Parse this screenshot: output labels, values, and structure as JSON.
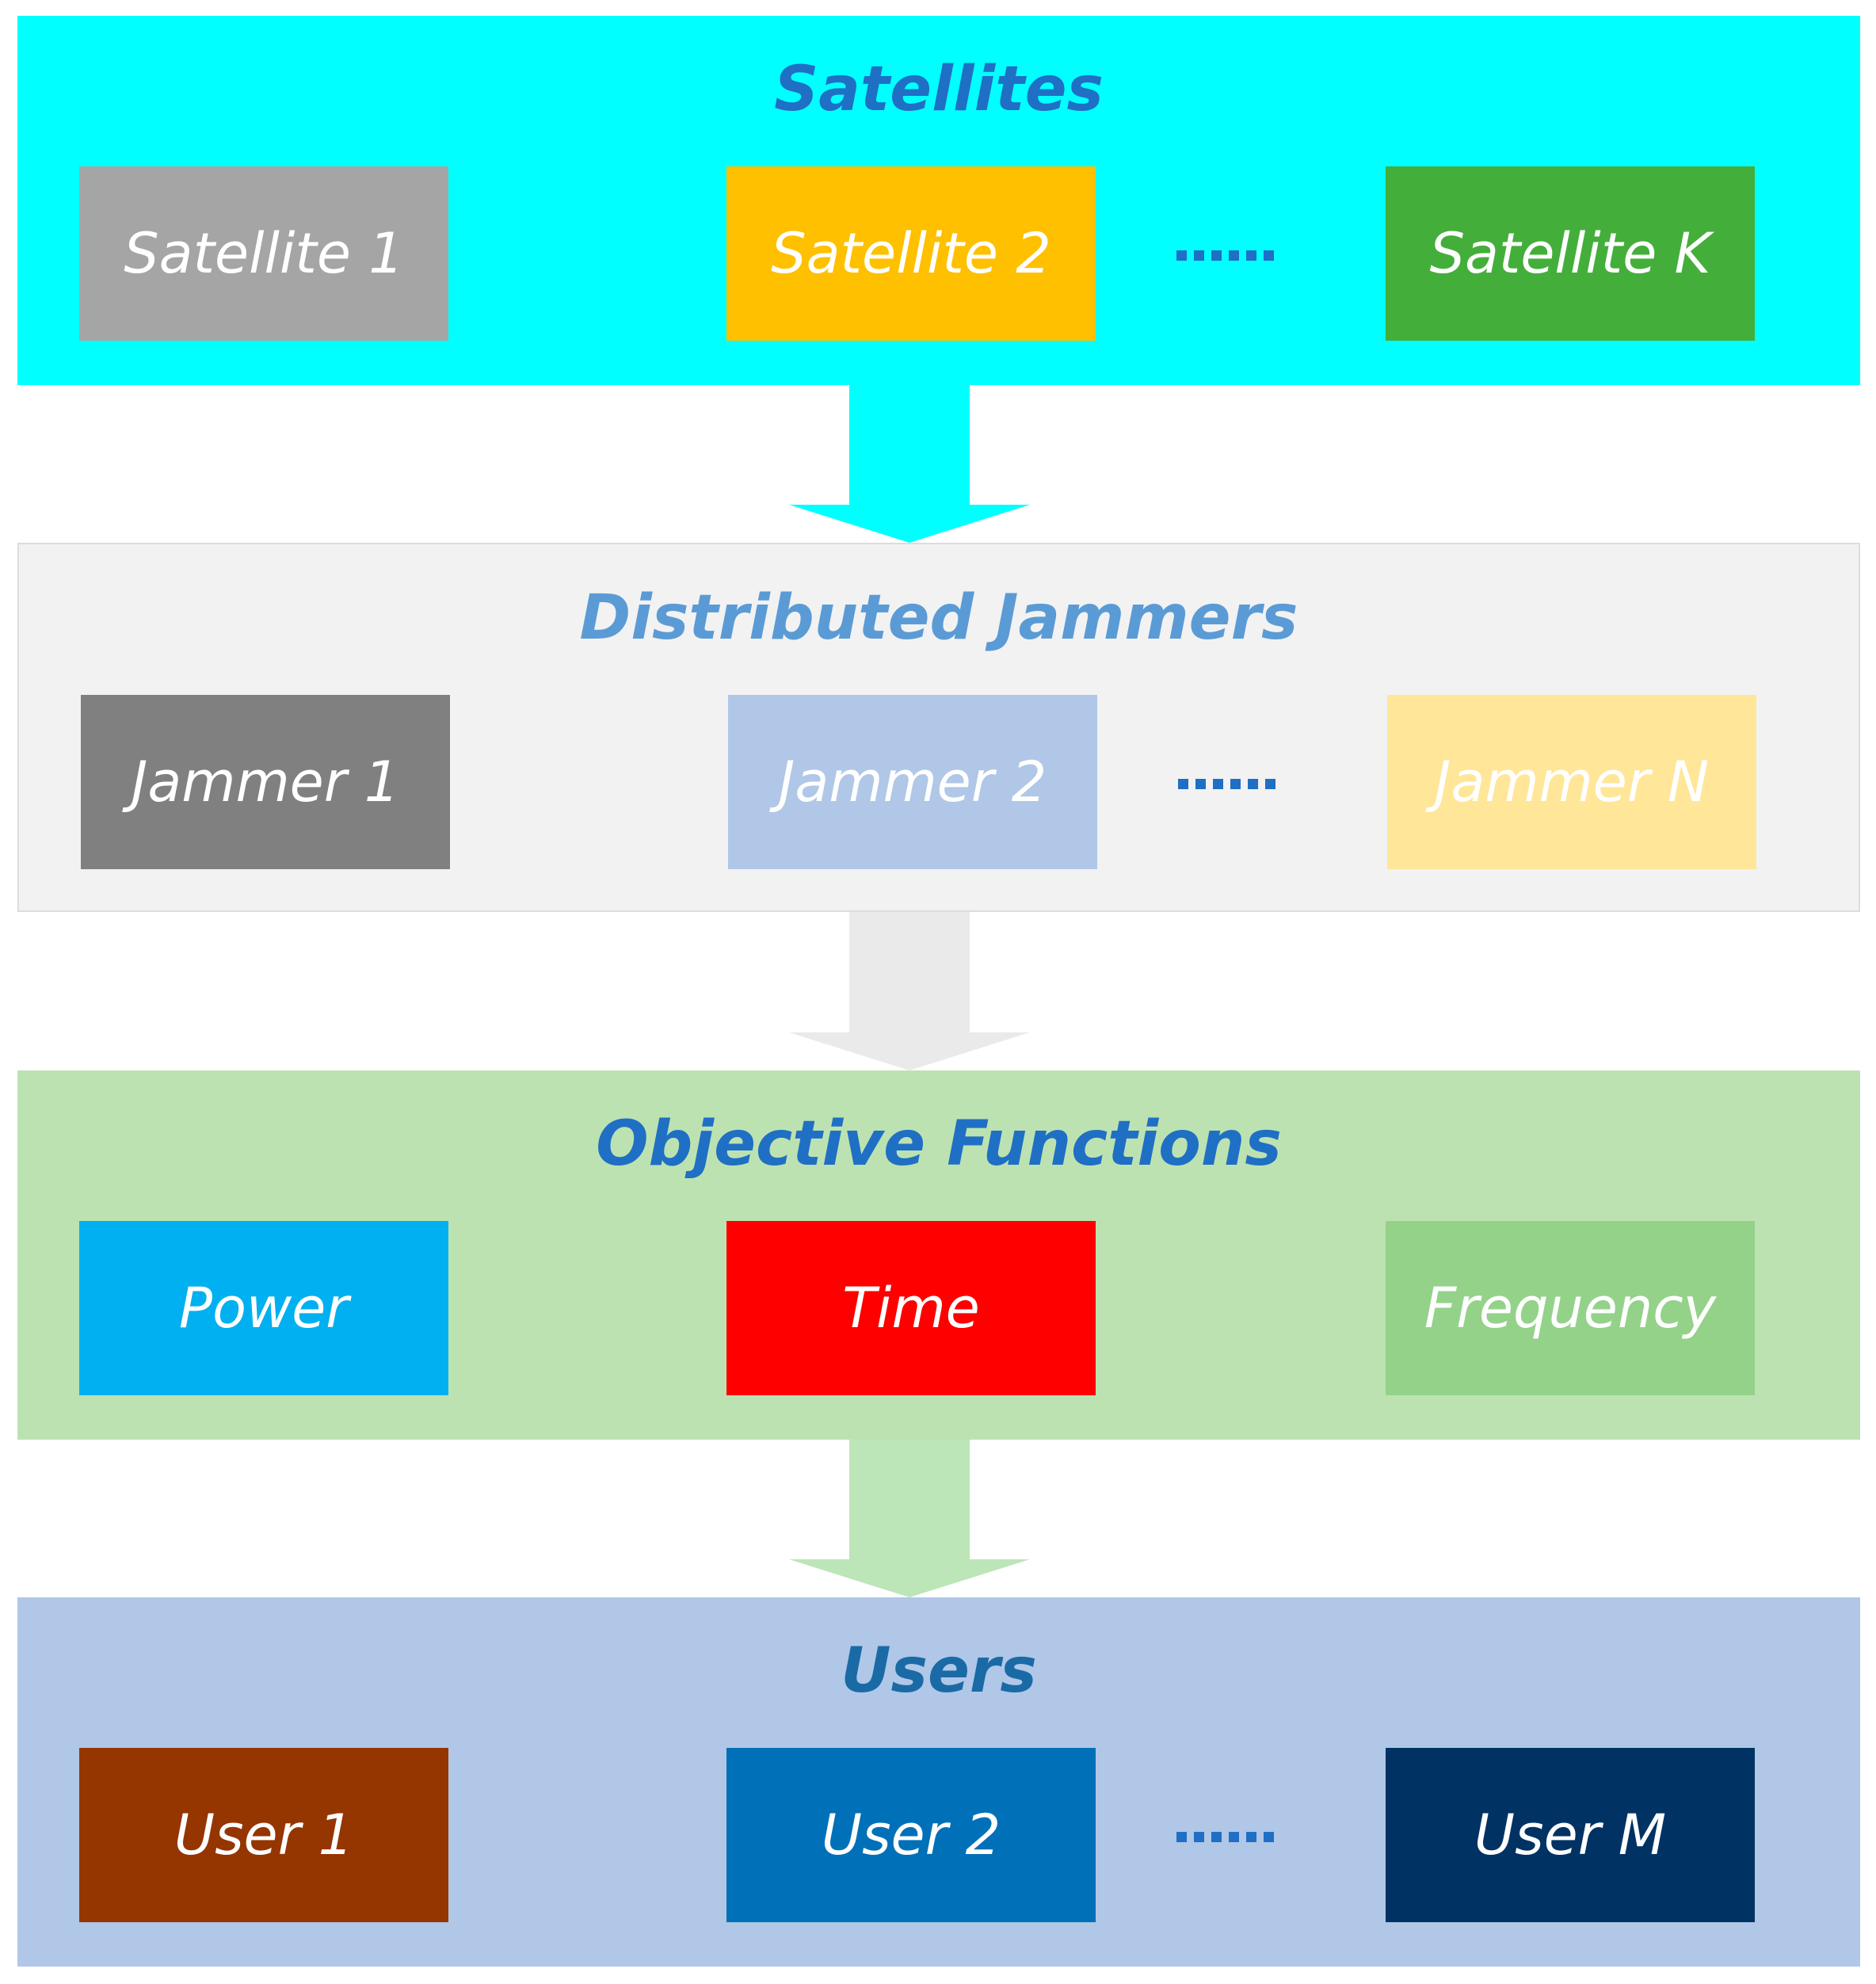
{
  "colors": {
    "satellites_bg": "#00FFFF",
    "jammers_bg": "#F2F2F2",
    "objective_bg": "#BDE2B1",
    "users_bg": "#B0C7E7",
    "dots": "#1F6FC5"
  },
  "layers": [
    {
      "id": "satellites",
      "title": "Satellites",
      "title_color": "#1F6FC5",
      "bg": "#00FFFF",
      "items": [
        {
          "label": "Satellite 1",
          "color": "#A5A5A5"
        },
        {
          "label": "Satellite 2",
          "color": "#FFC000"
        },
        {
          "label": "Satellite K",
          "color": "#44AE3B"
        }
      ],
      "ellipsis": true
    },
    {
      "id": "jammers",
      "title": "Distributed Jammers",
      "title_color": "#5B9BD5",
      "bg": "#F2F2F2",
      "items": [
        {
          "label": "Jammer 1",
          "color": "#808080"
        },
        {
          "label": "Jammer 2",
          "color": "#B0C7E7"
        },
        {
          "label": "Jammer N",
          "color": "#FFE699"
        }
      ],
      "ellipsis": true
    },
    {
      "id": "objective",
      "title": "Objective Functions",
      "title_color": "#1F6FC5",
      "bg": "#BDE2B1",
      "items": [
        {
          "label": "Power",
          "color": "#00B0F0"
        },
        {
          "label": "Time",
          "color": "#FF0000"
        },
        {
          "label": "Frequency",
          "color": "#94D28A"
        }
      ],
      "ellipsis": false
    },
    {
      "id": "users",
      "title": "Users",
      "title_color": "#1A6AA6",
      "bg": "#B0C7E7",
      "items": [
        {
          "label": "User 1",
          "color": "#953500"
        },
        {
          "label": "User 2",
          "color": "#0070B8"
        },
        {
          "label": "User M",
          "color": "#003264"
        }
      ],
      "ellipsis": true
    }
  ],
  "arrows": [
    {
      "from": "satellites",
      "to": "jammers",
      "color": "#00FFFF"
    },
    {
      "from": "jammers",
      "to": "objective",
      "color": "#EAEAEA"
    },
    {
      "from": "objective",
      "to": "users",
      "color": "#BCE5B8"
    }
  ]
}
